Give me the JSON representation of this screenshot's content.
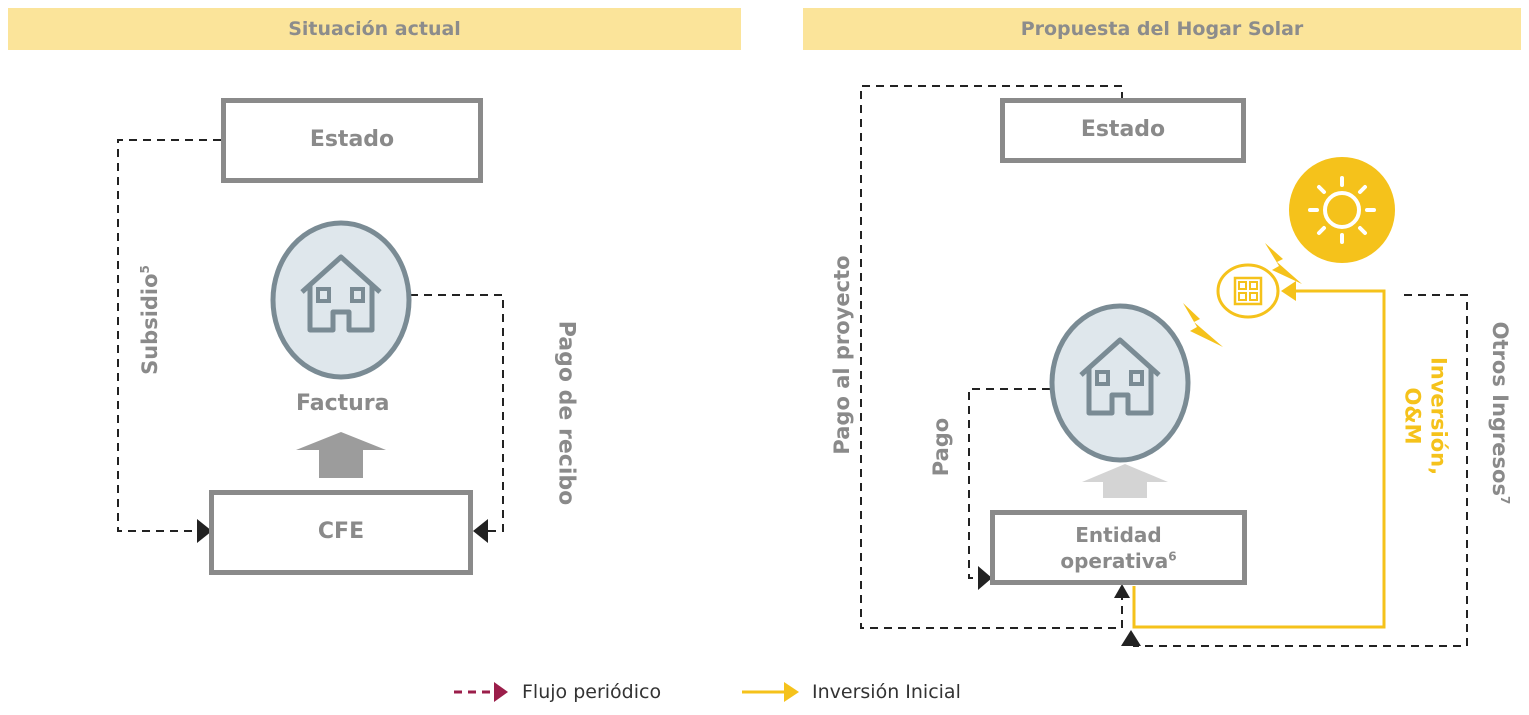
{
  "left": {
    "header": "Situación actual",
    "estado": "Estado",
    "factura": "Factura",
    "cfe": "CFE",
    "subsidio": "Subsidio",
    "subsidio_note": "5",
    "pago_recibo": "Pago de recibo"
  },
  "right": {
    "header": "Propuesta del Hogar Solar",
    "estado": "Estado",
    "entidad_line1": "Entidad",
    "entidad_line2": "operativa",
    "entidad_note": "6",
    "pago_proyecto": "Pago al proyecto",
    "pago": "Pago",
    "inversion_line1": "Inversión,",
    "inversion_line2": "O&M",
    "otros_ingresos": "Otros Ingresos",
    "otros_note": "7"
  },
  "legend": {
    "periodic": "Flujo periódico",
    "initial": "Inversión Inicial"
  },
  "colors": {
    "header_bg": "#fbe49a",
    "box_border": "#8a8a8a",
    "house": "#7a8b94",
    "house_circle_bg": "#dfe7ec",
    "sun": "#f5c21b",
    "periodic_flow": "#9b1e4a",
    "initial_flow": "#f5c21b"
  }
}
